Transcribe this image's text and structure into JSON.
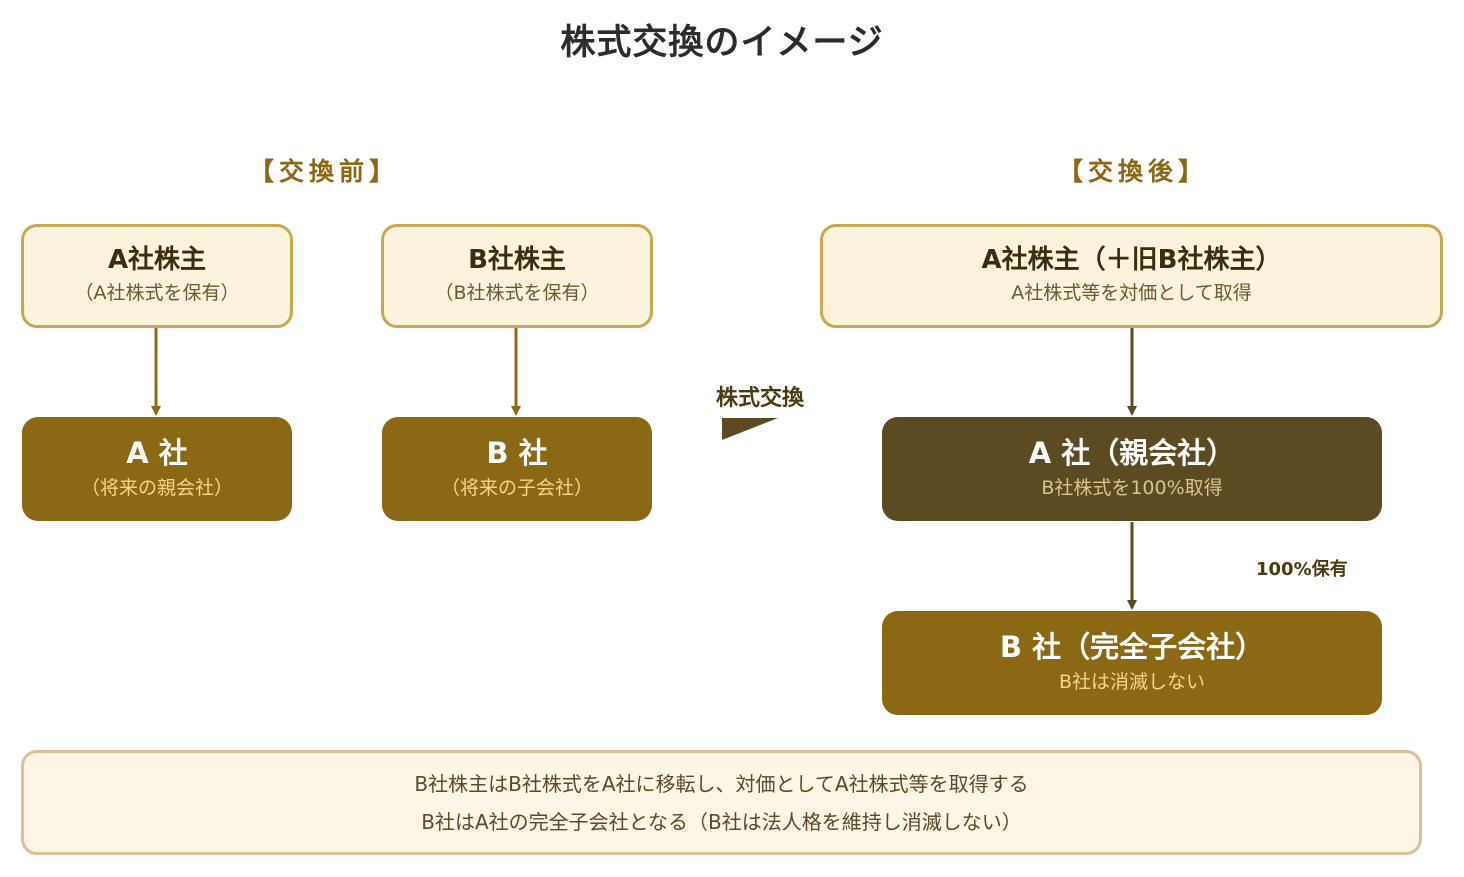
{
  "title": "株式交換のイメージ",
  "before": {
    "label": "【交換前】",
    "shareholder_a": {
      "title": "A社株主",
      "sub": "（A社株式を保有）"
    },
    "shareholder_b": {
      "title": "B社株主",
      "sub": "（B社株式を保有）"
    },
    "company_a": {
      "title": "A 社",
      "sub": "（将来の親会社）"
    },
    "company_b": {
      "title": "B 社",
      "sub": "（将来の子会社）"
    }
  },
  "exchange_label": "株式交換",
  "after": {
    "label": "【交換後】",
    "shareholder": {
      "title": "A社株主（＋旧B社株主）",
      "sub": "A社株式等を対価として取得"
    },
    "parent": {
      "title": "A 社（親会社）",
      "sub": "B社株式を100%取得"
    },
    "ownership_label": "100%保有",
    "subsidiary": {
      "title": "B 社（完全子会社）",
      "sub": "B社は消滅しない"
    }
  },
  "note": {
    "line1": "B社株主はB社株式をA社に移転し、対価としてA社株式等を取得する",
    "line2": "B社はA社の完全子会社となる（B社は法人格を維持し消滅しない）"
  },
  "colors": {
    "gold": "#8b6914",
    "dark_brown": "#5c4a22",
    "light_fill": "#fbf3dd",
    "light_border": "#c9a84b"
  }
}
